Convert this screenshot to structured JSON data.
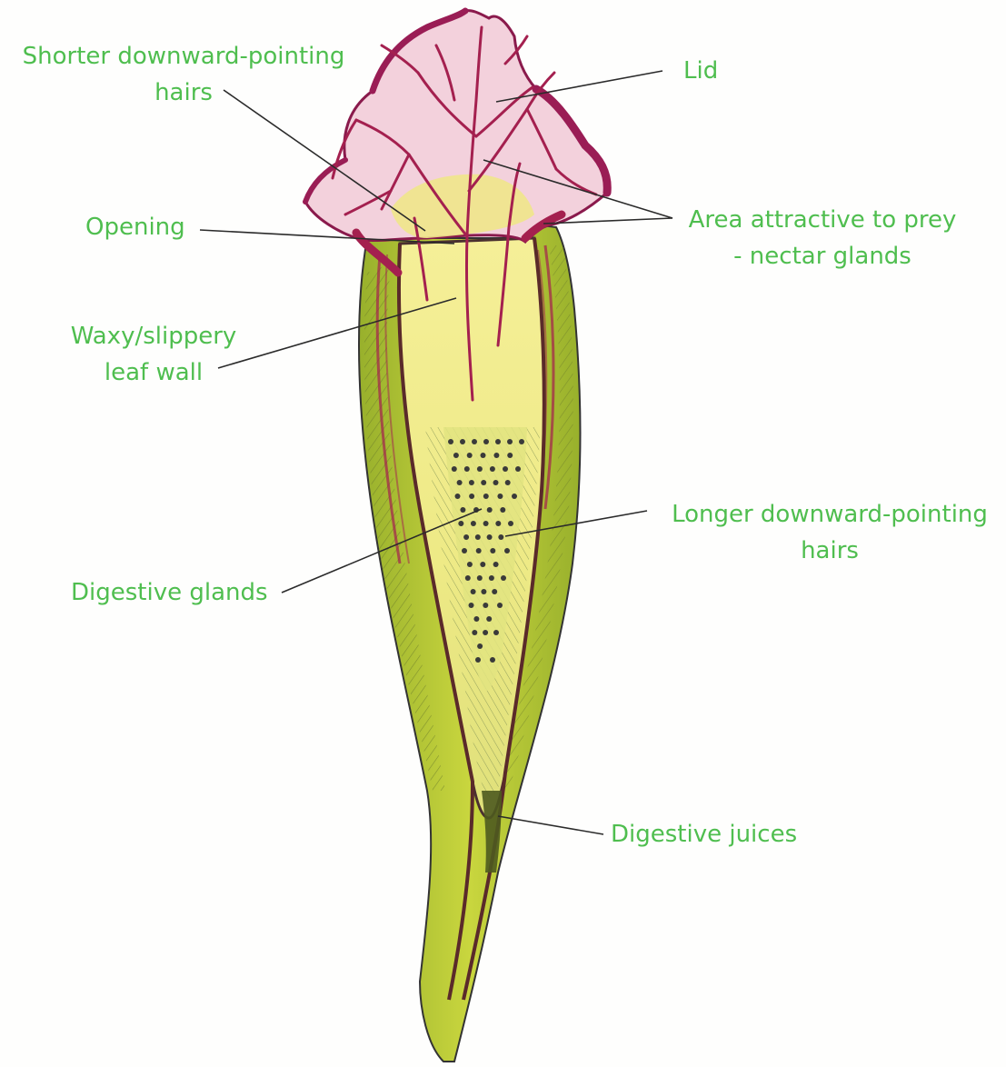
{
  "colors": {
    "label_text": "#4fbe4f",
    "leader_line": "#2b2b2b",
    "outer_leaf": "#a9bd34",
    "leaf_wall": "#d6df46",
    "inner_yellow": "#f3ef8c",
    "veins": "#a4204f",
    "lid_pink": "#f2c6d4",
    "lid_rim": "#9a1d55",
    "glands": "#3a3a3a",
    "juices": "#4e5a1f",
    "outline": "#333333"
  },
  "labels": {
    "shorter_hairs": [
      "Shorter downward-pointing",
      "hairs"
    ],
    "lid": [
      "Lid"
    ],
    "opening": [
      "Opening"
    ],
    "nectar": [
      "Area attractive to prey",
      "- nectar glands"
    ],
    "waxy_wall": [
      "Waxy/slippery",
      "leaf wall"
    ],
    "longer_hairs": [
      "Longer downward-pointing",
      "hairs"
    ],
    "digestive_glands": [
      "Digestive glands"
    ],
    "digestive_juices": [
      "Digestive juices"
    ]
  }
}
